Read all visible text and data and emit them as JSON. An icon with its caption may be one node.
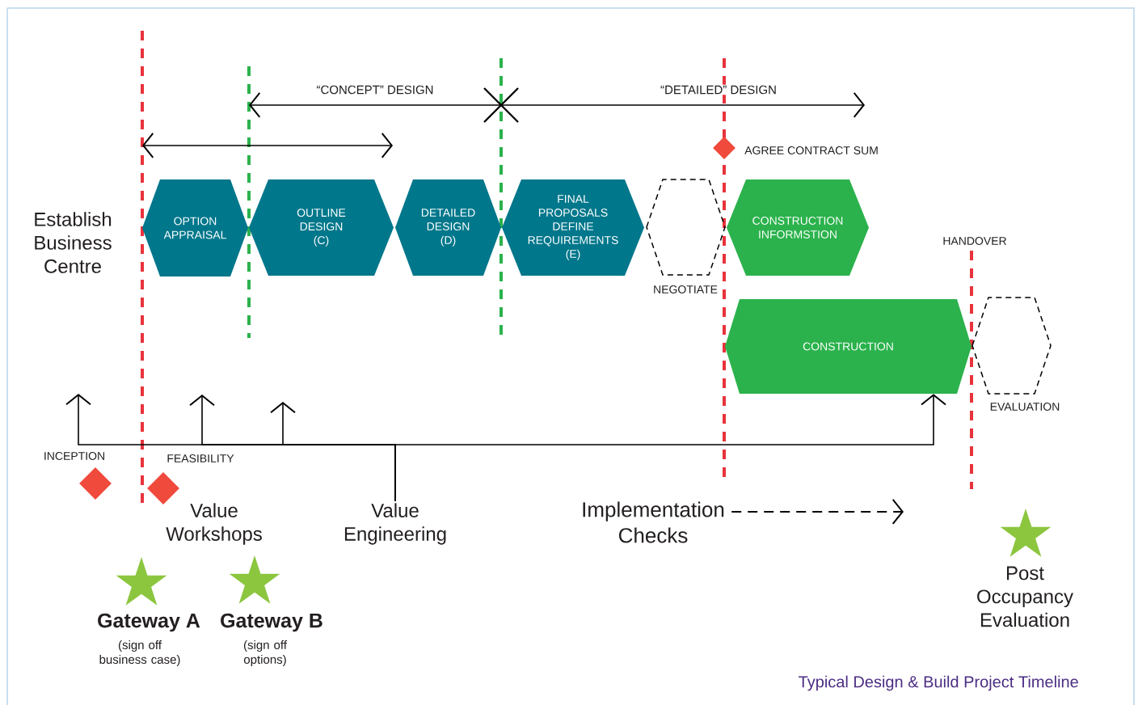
{
  "diagram": {
    "caption": "Typical Design & Build Project Timeline",
    "nodes": [
      {
        "text": [
          "OPTION APPRAISAL"
        ]
      },
      {
        "text": [
          "OUTLINE DESIGN (C)"
        ]
      },
      {
        "text": [
          "DETAILED DESIGN (D)"
        ]
      },
      {
        "text": [
          "FINAL PROPOSALS DEFINE REQUIREMENTS (E)"
        ]
      },
      {
        "text": [],
        "shape": "hexagon",
        "beside": [
          "NEGOTIATE"
        ]
      },
      {
        "text": [],
        "shape": "diamond",
        "beside": [
          "AGREE CONTRACT SUM"
        ]
      },
      {
        "text": [
          "CONSTRUCTION INFORMSTION"
        ]
      },
      {
        "text": [
          "CONSTRUCTION"
        ]
      },
      {
        "text": [],
        "shape": "hexagon",
        "beside": [
          "EVALUATION"
        ]
      },
      {
        "text": [],
        "shape": "diamond",
        "beside": [
          "INCEPTION"
        ]
      },
      {
        "text": [],
        "shape": "diamond",
        "beside": [
          "FEASIBILITY"
        ]
      },
      {
        "text": [
          "Value Engineering"
        ]
      },
      {
        "text": [
          "Implementation Checks"
        ]
      },
      {
        "text": [],
        "shape": "star",
        "beside": [
          "Gateway A",
          "(sign off business case)"
        ]
      },
      {
        "text": [],
        "shape": "star",
        "beside": [
          "Gateway B",
          "(sign off options)"
        ]
      },
      {
        "text": [],
        "shape": "star",
        "beside": [
          "Post Occupancy Evaluation"
        ]
      }
    ],
    "edges": [
      {
        "from": 11,
        "to": null,
        "arrow": "to"
      },
      {
        "from": 11,
        "to": null,
        "arrow": "to"
      },
      {
        "from": 11,
        "to": null,
        "arrow": "to"
      },
      {
        "from": 11,
        "to": 7,
        "arrow": "to"
      },
      {
        "from": 12,
        "to": null,
        "arrow": "to",
        "style": "dashed"
      }
    ],
    "labels": [
      "Establish Business Centre",
      "“CONCEPT” DESIGN",
      "“DETAILED” DESIGN",
      "HANDOVER",
      "Value Workshops"
    ]
  }
}
